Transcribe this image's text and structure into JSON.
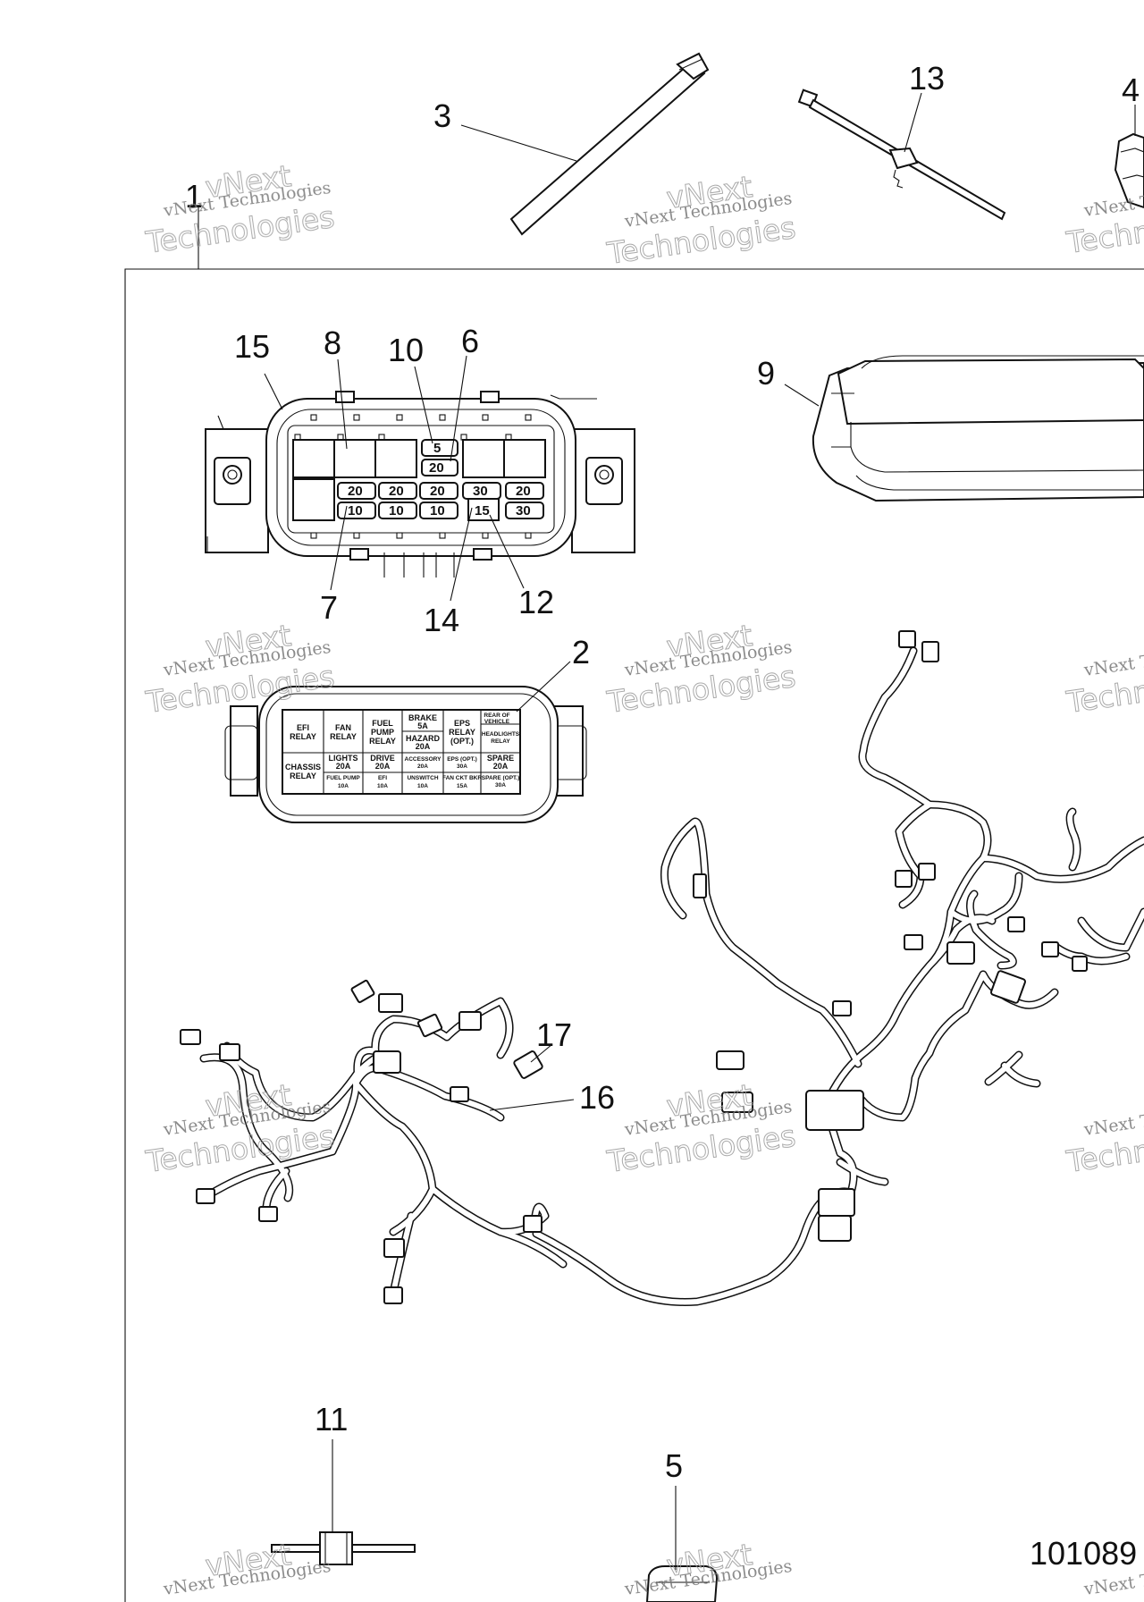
{
  "figure_number": "101089",
  "callouts": {
    "c1": "1",
    "c2": "2",
    "c3": "3",
    "c4": "4",
    "c5": "5",
    "c6": "6",
    "c7": "7",
    "c8": "8",
    "c9": "9",
    "c10": "10",
    "c11": "11",
    "c12": "12",
    "c13": "13",
    "c14": "14",
    "c15": "15",
    "c16": "16",
    "c17": "17"
  },
  "watermark": {
    "line1": "vNext Technologies",
    "line2": "vNext",
    "line3": "Technologies"
  },
  "fuse_label": {
    "efi_relay": [
      "EFI",
      "RELAY"
    ],
    "fan_relay": [
      "FAN",
      "RELAY"
    ],
    "fuel_pump_relay": [
      "FUEL",
      "PUMP",
      "RELAY"
    ],
    "brake": [
      "BRAKE",
      "5A"
    ],
    "hazard": [
      "HAZARD",
      "20A"
    ],
    "eps_relay": [
      "EPS",
      "RELAY",
      "(OPT.)"
    ],
    "rear_of_vehicle": [
      "REAR OF",
      "VEHICLE"
    ],
    "headlights_relay": [
      "HEADLIGHTS",
      "RELAY"
    ],
    "chassis_relay": [
      "CHASSIS",
      "RELAY"
    ],
    "lights": [
      "LIGHTS",
      "20A"
    ],
    "drive": [
      "DRIVE",
      "20A"
    ],
    "accessory": [
      "ACCESSORY",
      "20A"
    ],
    "eps_opt": [
      "EPS (OPT.)",
      "30A"
    ],
    "spare_20": [
      "SPARE",
      "20A"
    ],
    "fuel_pump": [
      "FUEL PUMP",
      "10A"
    ],
    "efi_10": [
      "EFI",
      "10A"
    ],
    "unswitch": [
      "UNSWITCH",
      "10A"
    ],
    "fan_ckt_bkr": [
      "FAN CKT BKR",
      "15A"
    ],
    "spare_opt": [
      "SPARE (OPT.)",
      "30A"
    ]
  },
  "fuse_ratings": {
    "brake_fuse": "5",
    "hazard_fuse": "20",
    "row1": [
      "20",
      "20",
      "20",
      "30",
      "20"
    ],
    "row2": [
      "10",
      "10",
      "10",
      "15",
      "30"
    ]
  }
}
